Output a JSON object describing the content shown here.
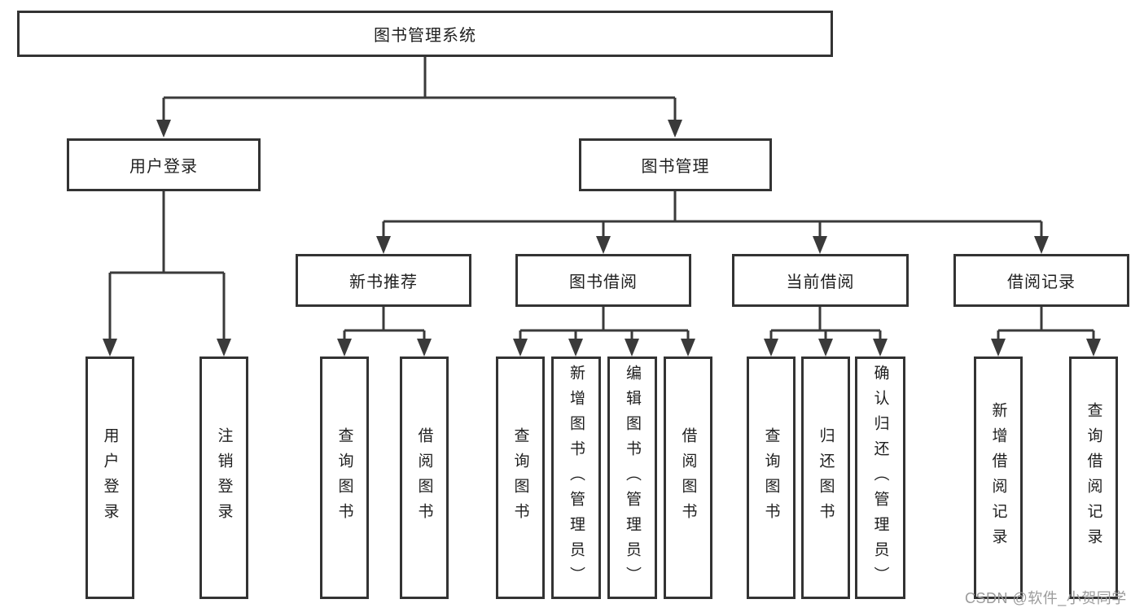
{
  "tree": {
    "root": {
      "label": "图书管理系统"
    },
    "branches": [
      {
        "label": "用户登录",
        "children": [
          {
            "label": "用户登录"
          },
          {
            "label": "注销登录"
          }
        ]
      },
      {
        "label": "图书管理",
        "children": [
          {
            "label": "新书推荐",
            "children": [
              {
                "label": "查询图书"
              },
              {
                "label": "借阅图书"
              }
            ]
          },
          {
            "label": "图书借阅",
            "children": [
              {
                "label": "查询图书"
              },
              {
                "label": "新增图书（管理员）"
              },
              {
                "label": "编辑图书（管理员）"
              },
              {
                "label": "借阅图书"
              }
            ]
          },
          {
            "label": "当前借阅",
            "children": [
              {
                "label": "查询图书"
              },
              {
                "label": "归还图书"
              },
              {
                "label": "确认归还（管理员）"
              }
            ]
          },
          {
            "label": "借阅记录",
            "children": [
              {
                "label": "新增借阅记录"
              },
              {
                "label": "查询借阅记录"
              }
            ]
          }
        ]
      }
    ]
  },
  "watermark": {
    "text": "CSDN @软件_小贺同学"
  },
  "colors": {
    "line": "#3a3a3a",
    "box_border": "#333333",
    "box_background": "#ffffff",
    "text": "#1f1f1f",
    "watermark": "#9b9b9b",
    "background": "#ffffff"
  }
}
